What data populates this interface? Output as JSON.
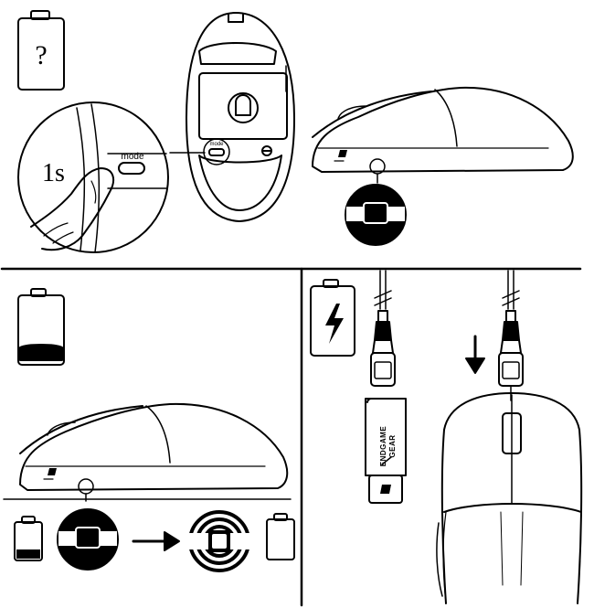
{
  "battery_question_label": "?",
  "press_duration_label": "1s",
  "mode_button_label": "mode",
  "mode_button_label_small": "mode",
  "dongle_brand_line1": "ENDGAME",
  "dongle_brand_line2": "GEAR",
  "icons": [
    "battery-unknown-icon",
    "battery-low-icon",
    "battery-charging-icon",
    "battery-full-icon",
    "lightning-icon",
    "arrow-right-icon",
    "arrow-down-icon"
  ]
}
